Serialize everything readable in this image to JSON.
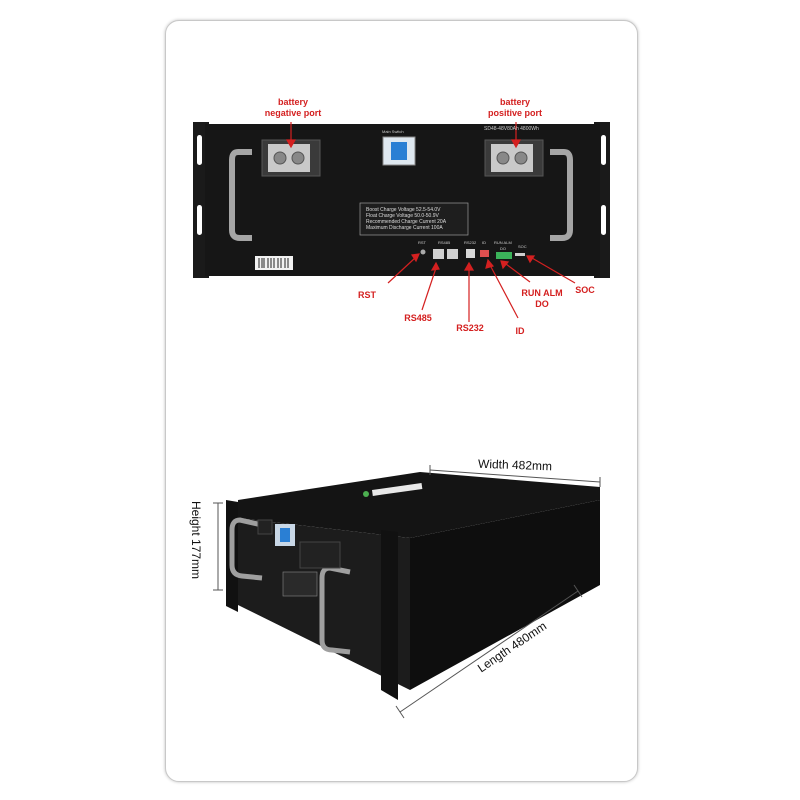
{
  "front_panel": {
    "labels": {
      "negative_port": "battery\nnegative port",
      "positive_port": "battery\npositive port",
      "rst": "RST",
      "rs485": "RS485",
      "rs232": "RS232",
      "id": "ID",
      "run_alm_do": "RUN  ALM\nDO",
      "soc": "SOC"
    },
    "spec_plate": [
      "Boost  Charge  Voltage 52.5-54.0V",
      "Float  Charge  Voltage 50.0-50.9V",
      "Recommended  Charge  Current 20A",
      "Maximum  Discharge  Current 100A"
    ],
    "panel_text": {
      "main_switch": "Main Switch",
      "model": "SD48-48V80Ah  4800Wh",
      "rst_small": "RST",
      "rs485_small": "RS485",
      "rs232_small": "RS232",
      "id_small": "ID",
      "run_alm_small": "RUN  ALM",
      "do_small": "DO",
      "soc_small": "SOC"
    }
  },
  "dimensions": {
    "width": "Width 482mm",
    "height": "Height 177mm",
    "length": "Length 480mm"
  },
  "colors": {
    "annotation": "#d42020",
    "panel": "#161616",
    "handle": "#9a9a9a",
    "brand_green": "#4caf50"
  }
}
